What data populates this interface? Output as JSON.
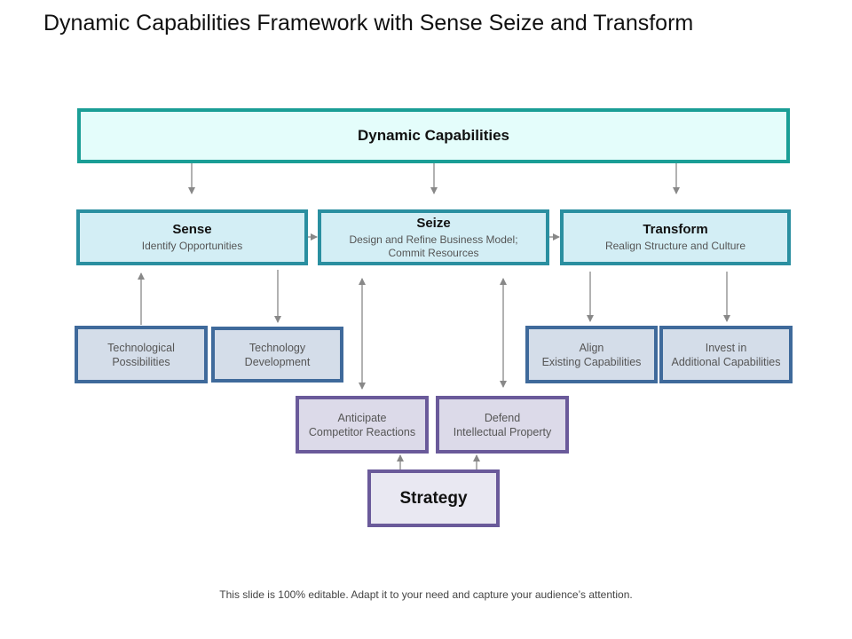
{
  "title": "Dynamic Capabilities Framework with Sense Seize and Transform",
  "top": "Dynamic Capabilities",
  "sense": {
    "title": "Sense",
    "sub": "Identify Opportunities"
  },
  "seize": {
    "title": "Seize",
    "sub1": "Design and Refine Business Model;",
    "sub2": "Commit Resources"
  },
  "transform": {
    "title": "Transform",
    "sub": "Realign Structure and Culture"
  },
  "tech_poss": [
    "Technological",
    "Possibilities"
  ],
  "tech_dev": [
    "Technology",
    "Development"
  ],
  "align": [
    "Align",
    "Existing Capabilities"
  ],
  "invest": [
    "Invest in",
    "Additional Capabilities"
  ],
  "anticipate": [
    "Anticipate",
    "Competitor Reactions"
  ],
  "defend": [
    "Defend",
    "Intellectual Property"
  ],
  "strategy": "Strategy",
  "footer": "This slide is 100% editable. Adapt it to your need and capture your audience’s attention."
}
